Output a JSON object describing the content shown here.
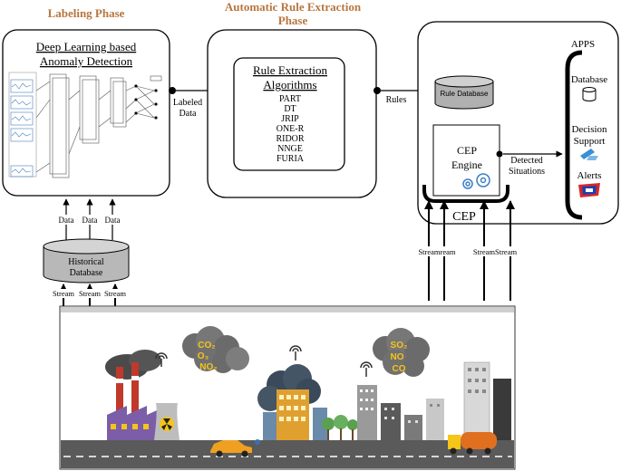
{
  "phases": {
    "labeling": "Labeling Phase",
    "rule_extraction": [
      "Automatic Rule Extraction",
      "Phase"
    ]
  },
  "deep_learning": {
    "title": [
      "Deep Learning based",
      "Anomaly Detection"
    ]
  },
  "labeled_data": [
    "Labeled",
    "Data"
  ],
  "rule_extraction": {
    "title": [
      "Rule Extraction",
      "Algorithms"
    ],
    "algorithms": [
      "PART",
      "DT",
      "JRIP",
      "ONE-R",
      "RIDOR",
      "NNGE",
      "FURIA"
    ]
  },
  "rules_label": "Rules",
  "rule_database": "Rule Database",
  "cep_engine": [
    "CEP",
    "Engine"
  ],
  "cep_label": "CEP",
  "detected_situations": [
    "Detected",
    "Situations"
  ],
  "apps": {
    "title": "APPS",
    "items": [
      {
        "label": "Database",
        "icon": "database-icon"
      },
      {
        "label": "Decision\nSupport",
        "icon": "decision-support-icon"
      },
      {
        "label": "Alerts",
        "icon": "alert-icon"
      }
    ]
  },
  "data_labels": [
    "Data",
    "Data",
    "Data"
  ],
  "historical_db": [
    "Historical",
    "Database"
  ],
  "stream_labels_left": [
    "Stream",
    "Stream",
    "Stream"
  ],
  "stream_labels_right": [
    "Streamream",
    "StreamStream"
  ],
  "city": {
    "cloud1": [
      "CO₂",
      "O₃",
      "NO₂"
    ],
    "cloud2": [
      "SO₂",
      "NO",
      "CO"
    ]
  },
  "colors": {
    "phase_title": "#b8763e",
    "smoke": "#4a4a4a",
    "gas_text": "#f5c518",
    "road": "#5a5a5a"
  }
}
